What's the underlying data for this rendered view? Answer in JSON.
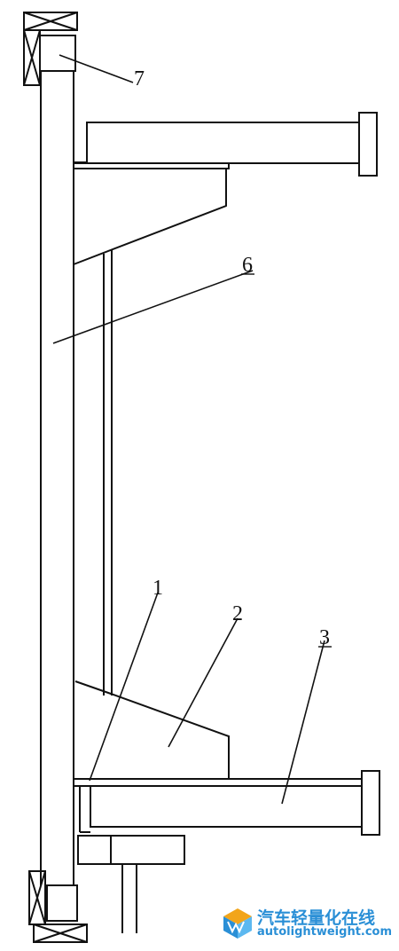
{
  "diagram": {
    "labels": {
      "l1": "1",
      "l2": "2",
      "l3": "3",
      "l6": "6",
      "l7": "7"
    }
  },
  "watermark": {
    "chinese": "汽车轻量化在线",
    "site": "autolightweight.com"
  },
  "colors": {
    "line": "#111111",
    "watermark": "#2a8fd6",
    "watermark_accent": "#f2a51a"
  }
}
